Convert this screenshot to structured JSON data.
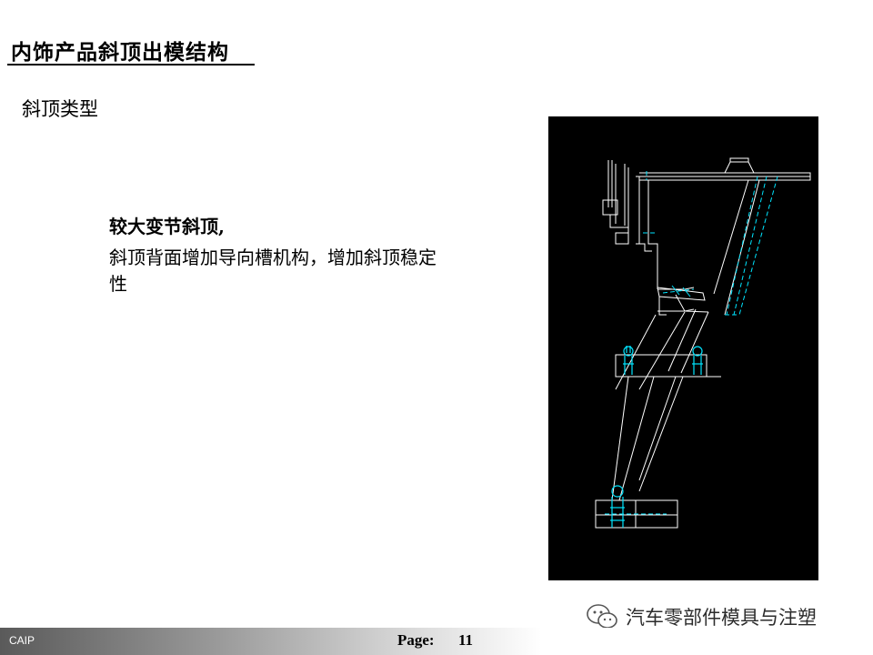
{
  "slide": {
    "title": "内饰产品斜顶出模结构",
    "subtitle": "斜顶类型",
    "heading": "较大变节斜顶,",
    "body": "斜顶背面增加导向槽机构，增加斜顶稳定性"
  },
  "watermark": {
    "icon": "wechat-icon",
    "text": "汽车零部件模具与注塑"
  },
  "footer": {
    "brand": "CAIP",
    "page_label": "Page:",
    "page_number": "11"
  },
  "colors": {
    "drawing_background": "#000000",
    "drawing_lines": "#ffffff",
    "drawing_accent": "#00e5ff"
  }
}
